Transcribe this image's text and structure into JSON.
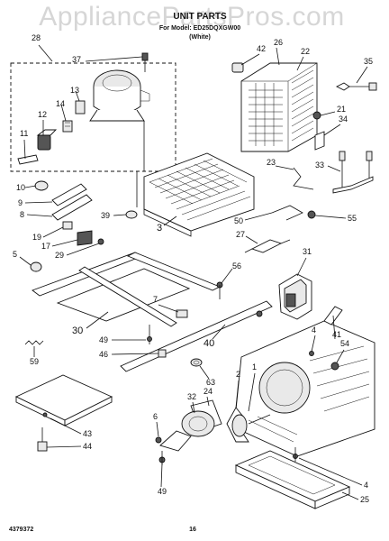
{
  "watermark": "AppliancePartsPros.com",
  "title": "UNIT PARTS",
  "subtitle_model": "For Model: ED25DQXGW00",
  "subtitle_color": "(White)",
  "footer": {
    "doc_number": "4379372",
    "page_number": "16"
  },
  "callouts": {
    "c28": "28",
    "c37": "37",
    "c13": "13",
    "c14": "14",
    "c12": "12",
    "c11": "11",
    "c42": "42",
    "c26": "26",
    "c22": "22",
    "c35": "35",
    "c21": "21",
    "c34": "34",
    "c23": "23",
    "c33": "33",
    "c10": "10",
    "c9": "9",
    "c8": "8",
    "c39": "39",
    "c3": "3",
    "c50": "50",
    "c55": "55",
    "c27": "27",
    "c19": "19",
    "c17": "17",
    "c29": "29",
    "c31": "31",
    "c5": "5",
    "c56": "56",
    "c30": "30",
    "c7": "7",
    "c49a": "49",
    "c40": "40",
    "c46": "46",
    "c4a": "4",
    "c41": "41",
    "c54": "54",
    "c59": "59",
    "c63": "63",
    "c1": "1",
    "c2": "2",
    "c32": "32",
    "c24": "24",
    "c43": "43",
    "c44": "44",
    "c6": "6",
    "c49b": "49",
    "c4b": "4",
    "c25": "25"
  }
}
